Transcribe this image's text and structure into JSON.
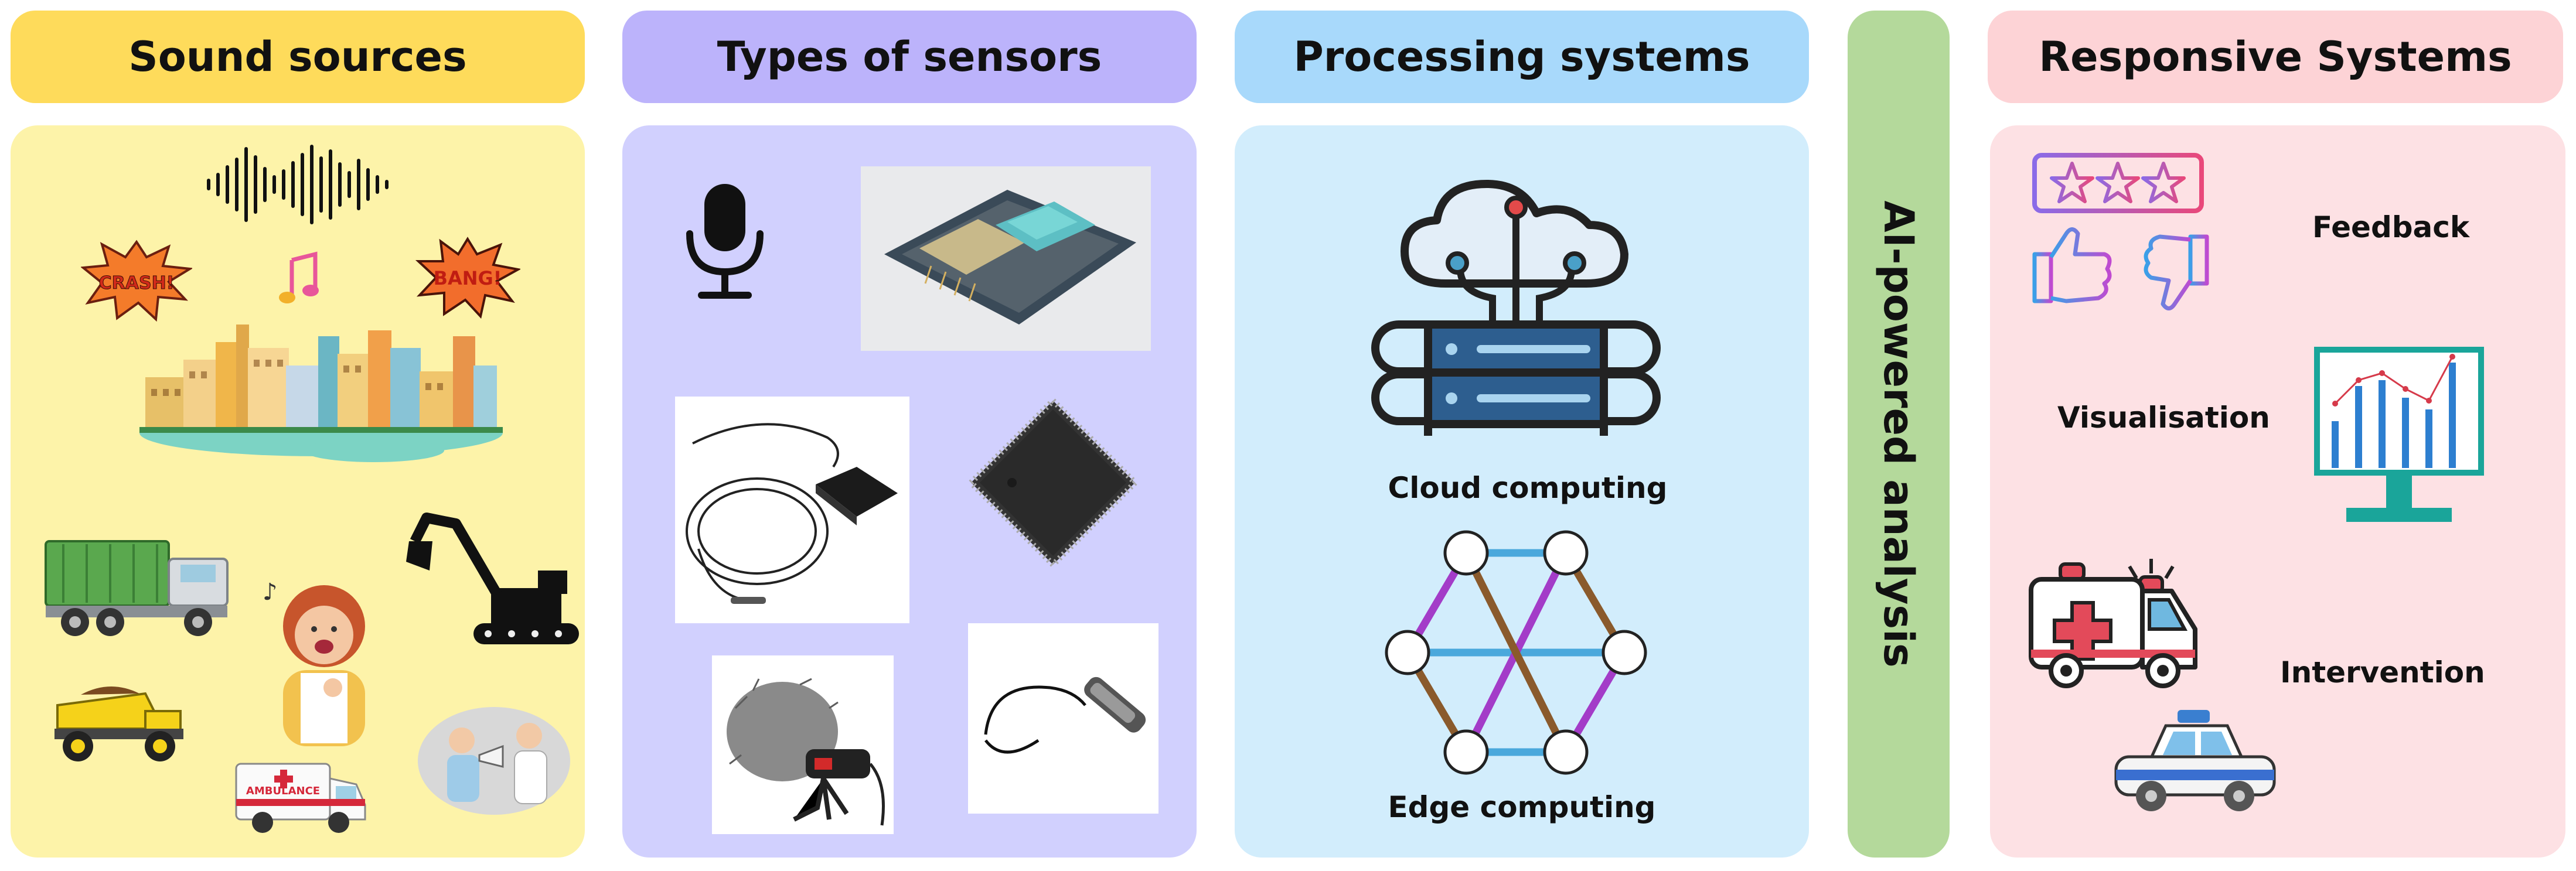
{
  "headers": {
    "sound_sources": "Sound sources",
    "sensors": "Types of sensors",
    "processing": "Processing systems",
    "responsive": "Responsive Systems"
  },
  "ai_label": "AI-powered analysis",
  "sound_sources": {
    "comic_words": [
      "CRASH!",
      "BANG!"
    ],
    "ambulance_text": "AMBULANCE"
  },
  "processing": {
    "cloud_label": "Cloud computing",
    "edge_label": "Edge computing"
  },
  "responsive": {
    "feedback_label": "Feedback",
    "visualisation_label": "Visualisation",
    "intervention_label": "Intervention"
  },
  "colors": {
    "header_yellow": "#fedb5b",
    "panel_yellow": "#fdf3a9",
    "header_purple": "#bcb3fb",
    "panel_purple": "#d1d0fe",
    "header_blue": "#a8d9fb",
    "panel_blue": "#d2edfc",
    "ai_green": "#b4d99b",
    "header_pink": "#fdd3d6",
    "panel_pink": "#fde1e4"
  }
}
